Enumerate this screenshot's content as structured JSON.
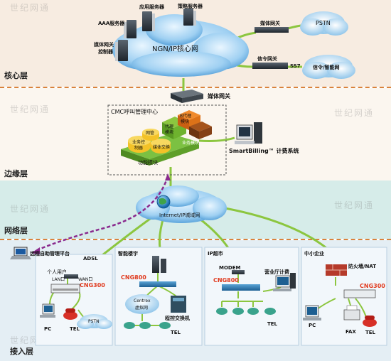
{
  "layers": {
    "core": "核心层",
    "edge": "边缘层",
    "network": "网络层",
    "access": "接入层"
  },
  "core": {
    "cloud": "NGN/IP核心网",
    "app_server": "应用服务器",
    "policy_server": "策略服务器",
    "aaa_server": "AAA服务器",
    "gw_controller_1": "媒体网关",
    "gw_controller_2": "控制器",
    "media_gw": "媒体网关",
    "pstn": "PSTN",
    "signal_gw": "信令网关",
    "ss7": "SS7",
    "intelligent_net": "信令/智能网"
  },
  "edge": {
    "media_gw": "媒体网关",
    "center_title": "CMC呼叫管理中心",
    "proxy_module_1": "代理",
    "proxy_module_2": "模块",
    "b_module_1": "B代理",
    "b_module_2": "模块",
    "gateway": "网管",
    "business_control_1": "业务控",
    "business_control_2": "制器",
    "media_exchange": "媒体交换",
    "business_module": "业务模块",
    "function_module": "功能模块",
    "smartbilling": "SmartBilling™ 计费系统"
  },
  "network": {
    "cloud": "Internet/IP城域网"
  },
  "access": {
    "remote_platform": "远程自助管理平台",
    "home": {
      "adsl": "ADSL",
      "personal_user": "个人用户",
      "lan": "LAN口",
      "wan": "WAN口",
      "cng": "CNG300",
      "pc": "PC",
      "tel": "TEL",
      "pstn": "PSTN"
    },
    "building": {
      "title": "智能楼宇",
      "cng": "CNG800",
      "centrex_1": "Centrex",
      "centrex_2": "虚拟网",
      "pbx": "程控交换机",
      "tel": "TEL"
    },
    "supermarket": {
      "title": "IP超市",
      "modem": "MODEM",
      "cng": "CNG800",
      "billing": "营业厅计费",
      "tel": "TEL"
    },
    "sme": {
      "title": "中小企业",
      "firewall": "防火墙/NAT",
      "cng": "CNG300",
      "pc": "PC",
      "fax": "FAX",
      "tel": "TEL"
    }
  },
  "watermark": "世纪网通",
  "colors": {
    "core_band": "#f7ece1",
    "network_band": "#d6ece9",
    "green_line": "#8cc63f",
    "cng_red": "#e03a1e",
    "dash_orange": "#d9823b"
  }
}
